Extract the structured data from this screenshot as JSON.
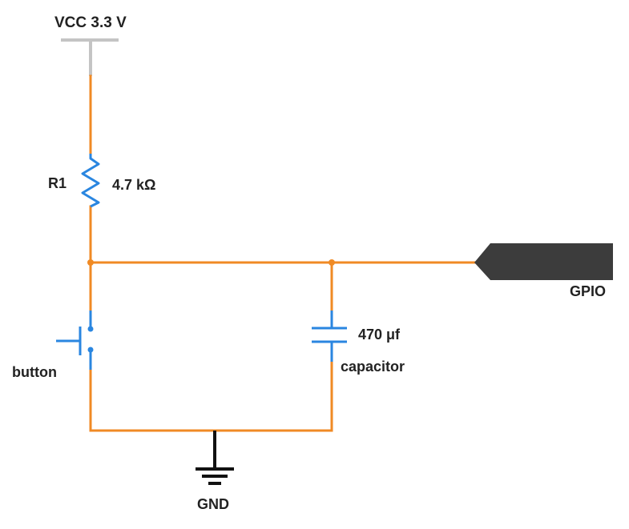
{
  "labels": {
    "vcc": "VCC 3.3 V",
    "resistor_ref": "R1",
    "resistor_value": "4.7 kΩ",
    "gpio": "GPIO",
    "capacitor_value": "470 μf",
    "capacitor_name": "capacitor",
    "button": "button",
    "ground": "GND"
  },
  "colors": {
    "wire": "#f08a24",
    "component": "#2a86e0",
    "vcc_symbol": "#c4c4c4",
    "ground_symbol": "#111111",
    "gpio_header": "#3c3c3c",
    "text": "#222222"
  },
  "icons": {
    "vcc": "vcc-supply-icon",
    "resistor": "resistor-icon",
    "button": "push-button-icon",
    "capacitor": "capacitor-icon",
    "ground": "ground-icon",
    "gpio": "gpio-pin-icon"
  }
}
